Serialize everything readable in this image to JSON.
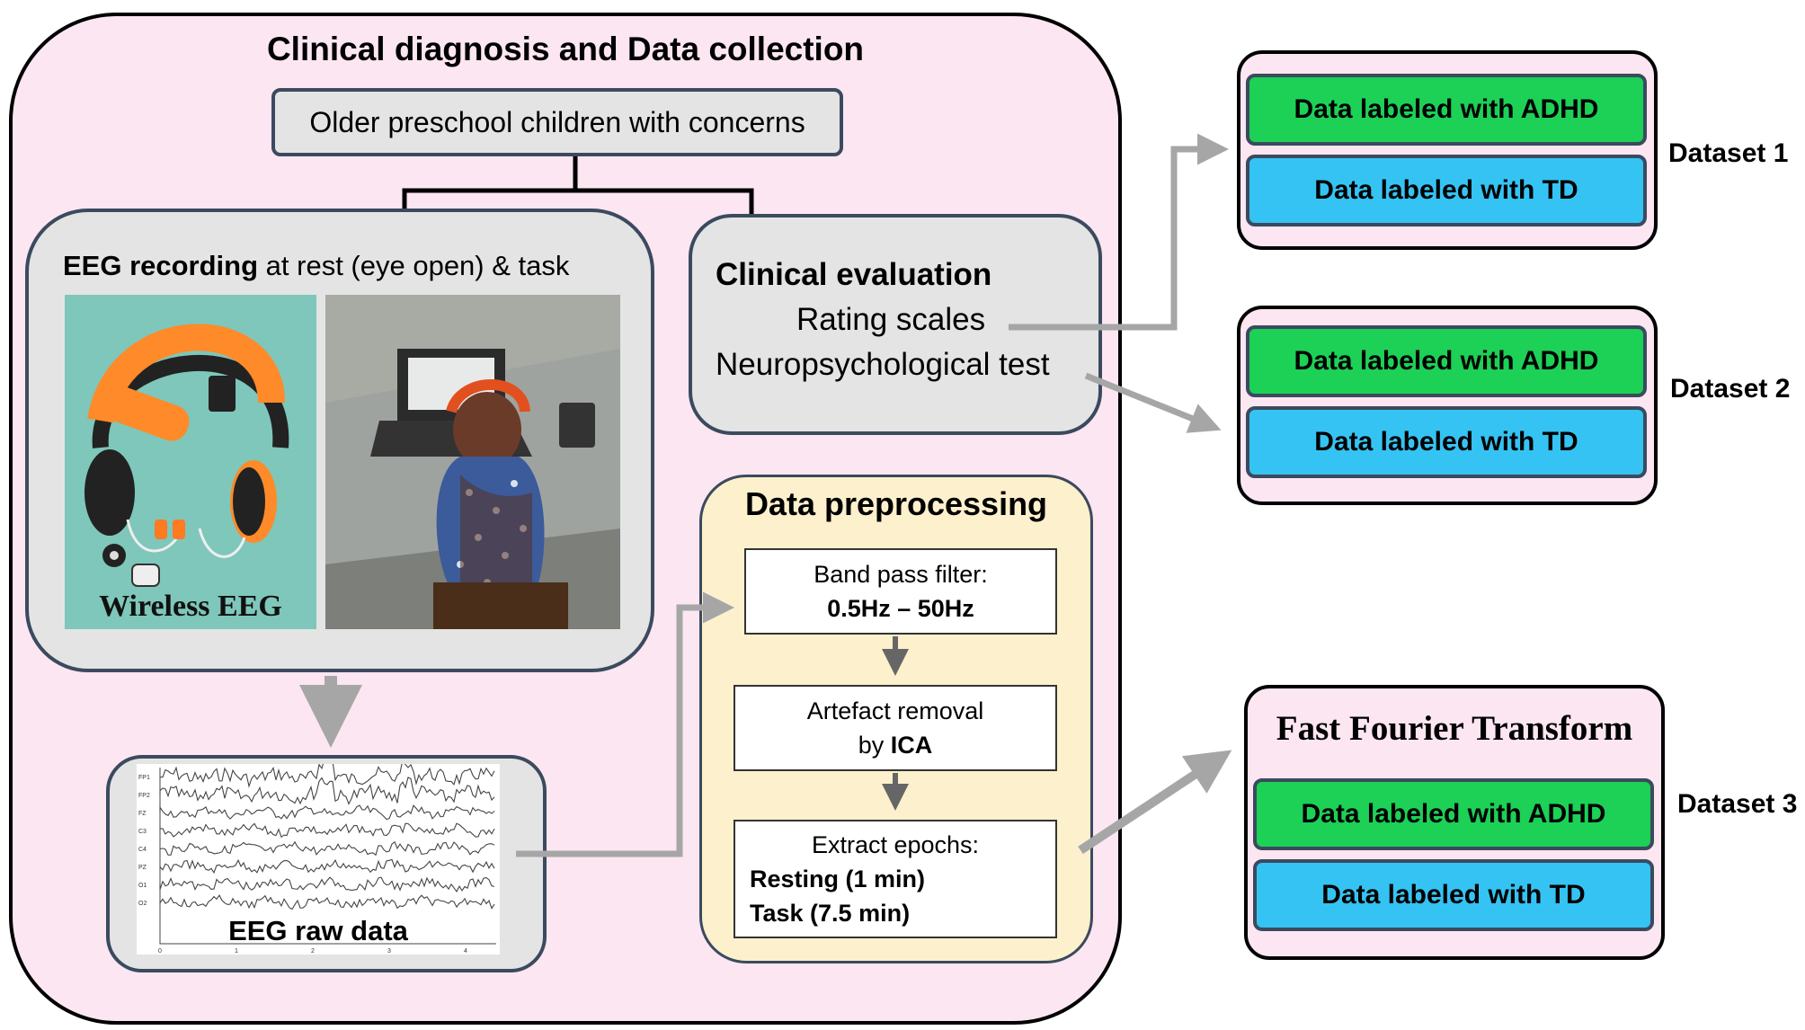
{
  "title": "Clinical diagnosis and Data collection",
  "concerns": "Older preschool children with concerns",
  "eeg_recording": {
    "bold": "EEG recording",
    "rest": " at rest (eye open) & task"
  },
  "wireless_label": "Wireless  EEG",
  "raw_label": "EEG raw data",
  "raw_plot": {
    "channels": [
      "FP1",
      "FP2",
      "FZ",
      "C3",
      "C4",
      "PZ",
      "O1",
      "O2"
    ],
    "ticks": [
      "0",
      "1",
      "2",
      "3",
      "4"
    ]
  },
  "clinical": {
    "title": "Clinical evaluation",
    "rating": "Rating scales",
    "neuro": "Neuropsychological test"
  },
  "preprocessing": {
    "title": "Data preprocessing",
    "step1_line1": "Band pass filter:",
    "step1_line2": "0.5Hz – 50Hz",
    "step2_line1": "Artefact removal",
    "step2_by": "by ",
    "step2_ica": "ICA",
    "step3_line1": "Extract epochs:",
    "step3_line2": "Resting (1 min)",
    "step3_line3": "Task (7.5 min)"
  },
  "datasets": [
    {
      "label": "Dataset 1",
      "adhd": "Data labeled with ADHD",
      "td": "Data labeled with TD"
    },
    {
      "label": "Dataset 2",
      "adhd": "Data labeled with ADHD",
      "td": "Data labeled with TD"
    },
    {
      "label": "Dataset 3",
      "title": "Fast Fourier Transform",
      "adhd": "Data labeled with ADHD",
      "td": "Data labeled with TD"
    }
  ],
  "colors": {
    "adhd_green": "#1cd156",
    "td_blue": "#35c3f3",
    "panel_pink": "#fce6f2",
    "preproc_yellow": "#fdf0cc",
    "arrow_grey": "#a6a6a6"
  }
}
